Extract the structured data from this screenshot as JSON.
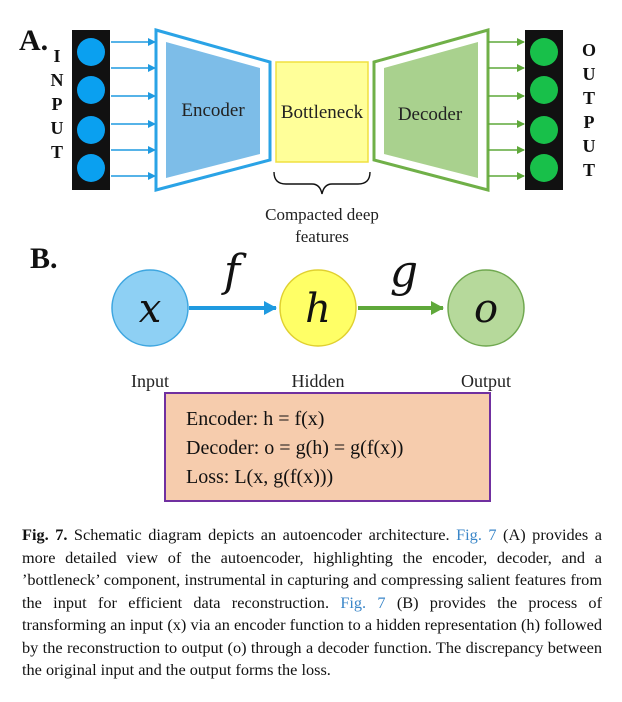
{
  "panel_a": {
    "label": "A.",
    "input_letters": [
      "I",
      "N",
      "P",
      "U",
      "T"
    ],
    "output_letters": [
      "O",
      "U",
      "T",
      "P",
      "U",
      "T"
    ],
    "encoder_label": "Encoder",
    "bottleneck_label": "Bottleneck",
    "decoder_label": "Decoder",
    "bottleneck_caption_line1": "Compacted deep",
    "bottleneck_caption_line2": "features",
    "colors": {
      "input_node": "#0aa0f0",
      "output_node": "#18c04a",
      "encoder_fill": "#7dbde8",
      "bottleneck_fill": "#ffff99",
      "decoder_fill": "#a9d18e"
    }
  },
  "panel_b": {
    "label": "B.",
    "nodes": [
      {
        "symbol": "x",
        "label": "Input",
        "fill": "#8ed0f4"
      },
      {
        "symbol": "h",
        "label": "Hidden",
        "fill": "#ffff66"
      },
      {
        "symbol": "o",
        "label": "Output",
        "fill": "#b6d99b"
      }
    ],
    "arrow_f": "f",
    "arrow_g": "g",
    "equations": [
      "Encoder: h = f(x)",
      "Decoder: o = g(h) = g(f(x))",
      "Loss: L(x, g(f(x)))"
    ],
    "box_fill": "#f6ccad",
    "box_border": "#7030a0"
  },
  "caption": {
    "label": "Fig. 7.",
    "text_1": " Schematic diagram depicts an autoencoder architecture. ",
    "ref_1": "Fig. 7",
    "text_2": " (A) provides a more detailed view of the autoencoder, highlighting the encoder, decoder, and a ’bottleneck’ component, instrumental in capturing and compressing salient features from the input for efficient data reconstruction. ",
    "ref_2": "Fig. 7",
    "text_3": " (B) provides the process of transforming an input (x) via an encoder function to a hidden representation (h) followed by the reconstruction to output (o) through a decoder function. The discrepancy between the original input and the output forms the loss."
  }
}
